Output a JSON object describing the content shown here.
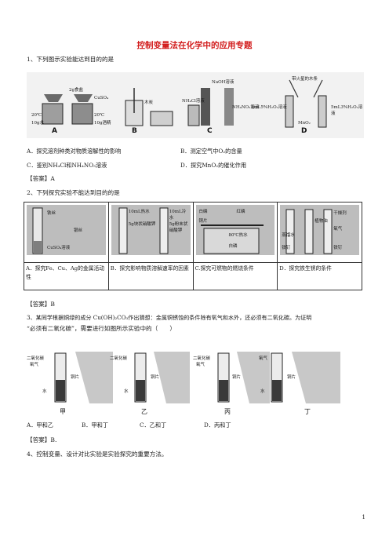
{
  "title": "控制变量法在化学中的应用专题",
  "q1": {
    "stem": "1、下列图示实验能达到目的的是",
    "figure_labels": [
      "A",
      "B",
      "C",
      "D"
    ],
    "figure_text": {
      "a": [
        "2g食盐",
        "20℃",
        "10g水",
        "CuSO₄"
      ],
      "b": [
        "20℃",
        "10g酒精",
        "木炭"
      ],
      "c": [
        "NaOH溶液",
        "NH₄Cl溶液",
        "NH₄NO₃溶液"
      ],
      "d": [
        "带火星的木条",
        "5mL5%H₂O₂溶液",
        "MnO₂",
        "5mL3%H₂O₂溶液"
      ]
    },
    "options": [
      "A．探究溶剂种类对物质溶解性的影响",
      "B．测定空气中O₂的含量",
      "C．鉴别NH₄Cl和NH₄NO₃溶液",
      "D．探究MnO₂的催化作用"
    ],
    "answer": "【答案】A"
  },
  "q2": {
    "stem": "2、下列探究实验不能达到目的的是",
    "pic_text": {
      "a": [
        "铁丝",
        "银丝",
        "CuSO₄溶液"
      ],
      "b": [
        "10mL热水",
        "5g块状硝酸钾",
        "10mL冷水",
        "5g粉末状硝酸钾"
      ],
      "c": [
        "白磷",
        "红磷",
        "铜片",
        "80℃热水",
        "白磷"
      ],
      "d": [
        "干燥剂",
        "植物油",
        "氧气",
        "蒸馏水",
        "铁钉",
        "铁钉"
      ]
    },
    "captions": [
      "A．探究Fe、Cu、Ag的金属活动性",
      "B．探究影响物质溶解速率的因素",
      "C.探究可燃物的燃烧条件",
      "D．探究铁生锈的条件"
    ],
    "answer": "【答案】B"
  },
  "q3": {
    "stem_line1": "3、某同学根据铜绿的成分 Cu(OH)₂CO₃作出猜想：金属铜锈蚀的条件除有氧气和水外，还必须有二氧化碳。为证明",
    "stem_line2": "“必须有二氧化碳”，需要进行如图所示实验中的（　　）",
    "figures": [
      {
        "name": "甲",
        "gas": [
          "二氧化碳",
          "氧气"
        ],
        "labels": [
          "铜片",
          "水"
        ]
      },
      {
        "name": "乙",
        "gas": [
          "二氧化碳"
        ],
        "labels": [
          "铜片",
          "水"
        ]
      },
      {
        "name": "丙",
        "gas": [
          "二氧化碳",
          "氧气"
        ],
        "labels": [
          "铜片"
        ]
      },
      {
        "name": "丁",
        "gas": [
          "氧气"
        ],
        "labels": [
          "铜片",
          "水"
        ]
      }
    ],
    "options": [
      "A．甲和乙",
      "B．甲和丁",
      "C．乙和丁",
      "D．丙和丁"
    ],
    "answer": "【答案】B."
  },
  "q4": {
    "stem": "4、控制变量、设计对比实验是实验探究的重要方法。"
  },
  "page_number": "1"
}
